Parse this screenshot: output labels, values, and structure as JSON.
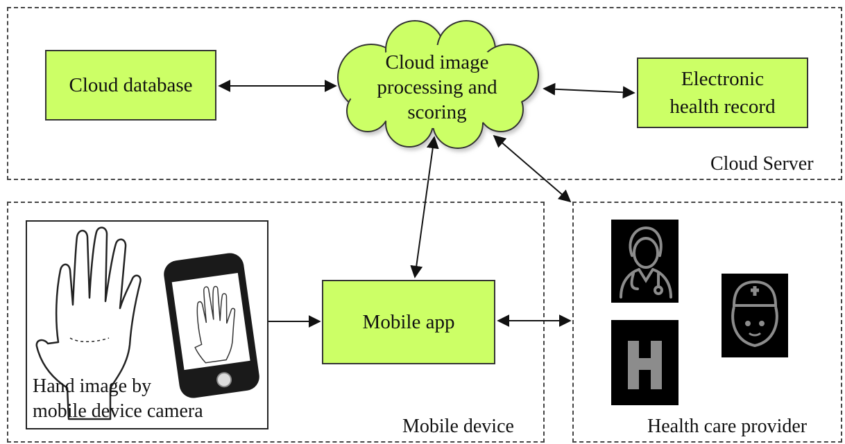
{
  "cloud_server": {
    "label": "Cloud Server",
    "cloud_database": "Cloud database",
    "cloud_processing": [
      "Cloud image",
      "processing and",
      "scoring"
    ],
    "ehr": [
      "Electronic",
      "health record"
    ]
  },
  "mobile_device": {
    "label": "Mobile device",
    "mobile_app": "Mobile app",
    "hand_image_caption": [
      "Hand image by",
      "mobile device camera"
    ]
  },
  "health_care_provider": {
    "label": "Health care provider",
    "icons": [
      "doctor-icon",
      "nurse-icon",
      "hospital-icon"
    ]
  },
  "colors": {
    "box_fill": "#ccff66",
    "icon_tile": "#000000",
    "icon_glyph": "#8c8c8c"
  }
}
